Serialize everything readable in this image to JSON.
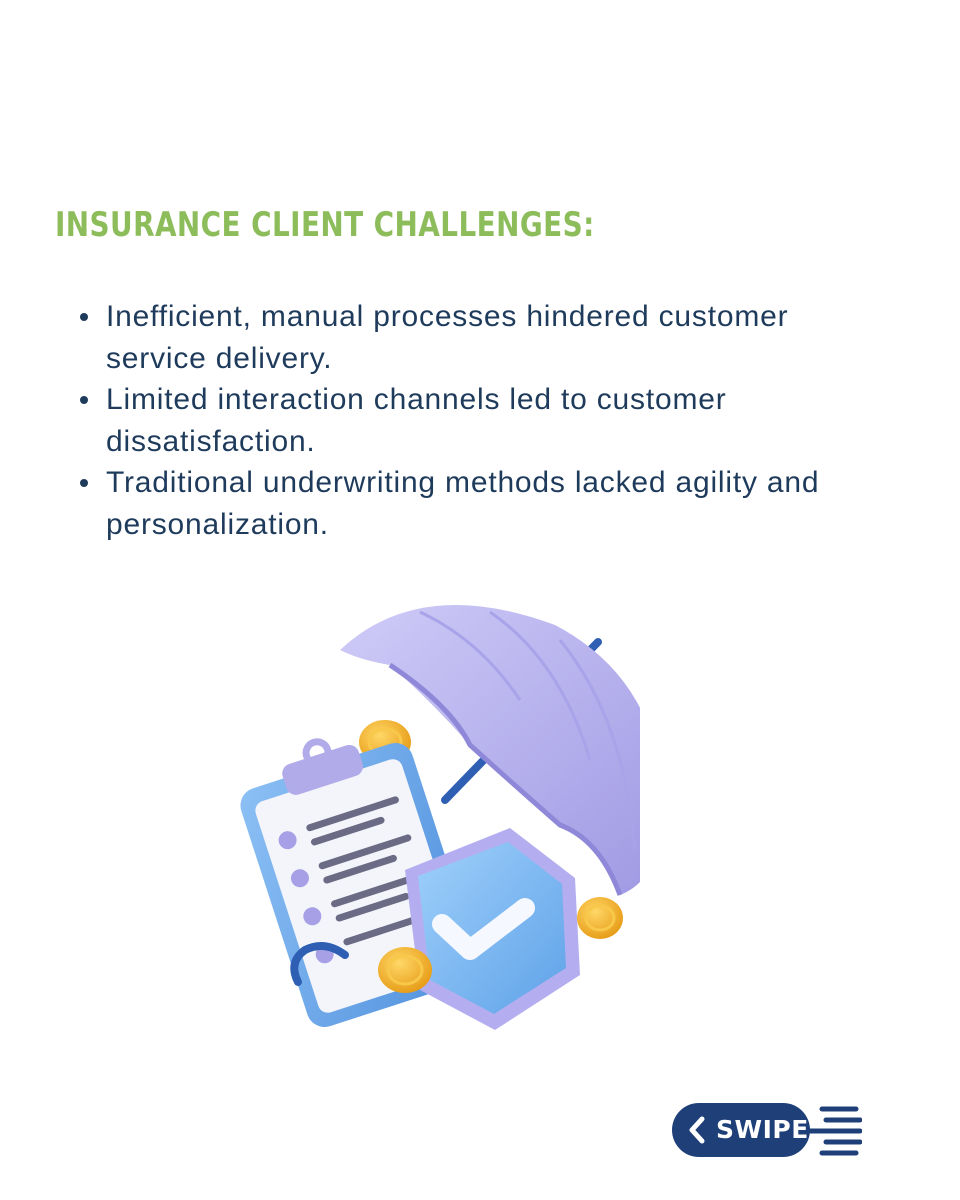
{
  "heading": "INSURANCE CLIENT CHALLENGES:",
  "challenges": [
    "Inefficient, manual processes hindered customer service delivery.",
    "Limited interaction channels led to customer dissatisfaction.",
    "Traditional underwriting methods lacked agility and personalization."
  ],
  "swipe": {
    "label": "SWIPE"
  },
  "colors": {
    "heading": "#8cbd5a",
    "body_text": "#1f3b5c",
    "swipe_button": "#1f3f79",
    "umbrella": "#b8b4ee",
    "clipboard": "#6ea6e6",
    "shield": "#7fb8f0",
    "coin": "#f2b42c"
  },
  "illustration": {
    "icons": [
      "umbrella-icon",
      "clipboard-icon",
      "shield-check-icon",
      "coin-icon"
    ]
  }
}
